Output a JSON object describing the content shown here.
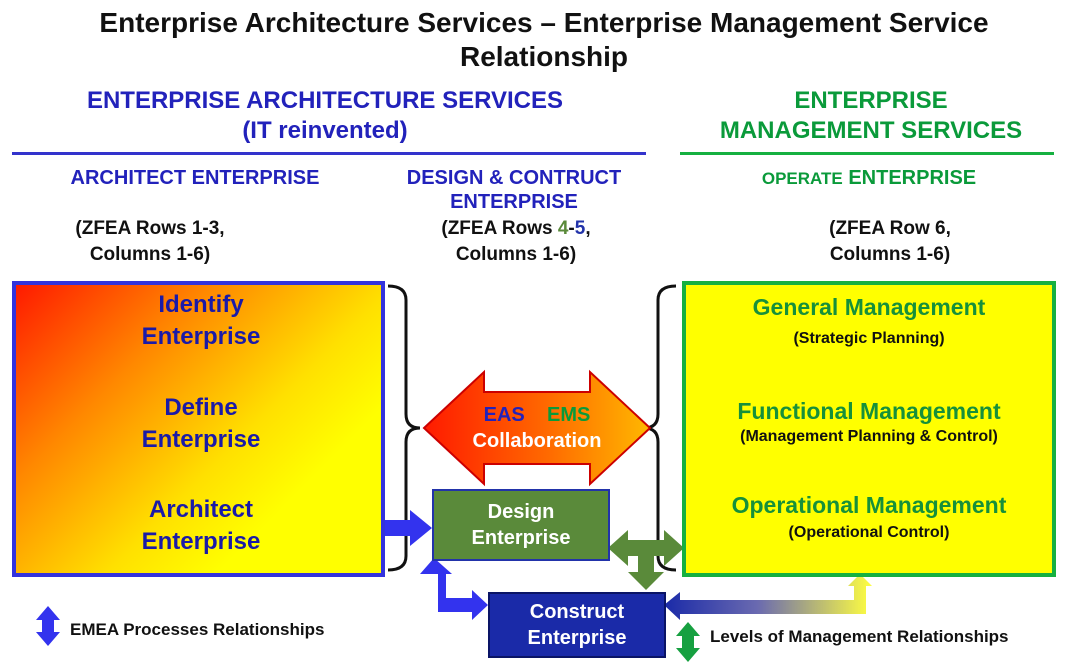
{
  "title": {
    "line1": "Enterprise Architecture Services – Enterprise Management Service",
    "line2": "Relationship"
  },
  "eas_header": {
    "line1": "ENTERPRISE ARCHITECTURE SERVICES",
    "line2": "(IT reinvented)"
  },
  "ems_header": {
    "line1": "ENTERPRISE",
    "line2": "MANAGEMENT SERVICES"
  },
  "columns": {
    "architect": {
      "label": "ARCHITECT ENTERPRISE",
      "zfea_line1": "(ZFEA Rows 1-3,",
      "zfea_line2": "Columns 1-6)"
    },
    "design": {
      "label_line1": "DESIGN & CONTRUCT",
      "label_line2": "ENTERPRISE",
      "zfea_prefix": "(ZFEA Rows ",
      "zfea_row_a": "4",
      "zfea_dash": "-",
      "zfea_row_b": "5",
      "zfea_suffix": ",",
      "zfea_line2": "Columns 1-6)"
    },
    "operate": {
      "label_a": "OPERATE",
      "label_b": "ENTERPRISE",
      "zfea_line1": "(ZFEA Row 6,",
      "zfea_line2": "Columns 1-6)"
    }
  },
  "left_box": {
    "identify": {
      "line1": "Identify",
      "line2": "Enterprise"
    },
    "define": {
      "line1": "Define",
      "line2": "Enterprise"
    },
    "architect": {
      "line1": "Architect",
      "line2": "Enterprise"
    }
  },
  "collaboration": {
    "eas": "EAS",
    "ems": "EMS",
    "label": "Collaboration"
  },
  "design_box": {
    "line1": "Design",
    "line2": "Enterprise"
  },
  "construct_box": {
    "line1": "Construct",
    "line2": "Enterprise"
  },
  "right_box": {
    "general": {
      "title": "General Management",
      "sub": "(Strategic Planning)"
    },
    "functional": {
      "title": "Functional Management",
      "sub": "(Management Planning & Control)"
    },
    "operational": {
      "title": "Operational Management",
      "sub": "(Operational Control)"
    }
  },
  "legend": {
    "emea": "EMEA Processes Relationships",
    "levels": "Levels of Management Relationships"
  },
  "colors": {
    "eas_blue": "#2222bb",
    "ems_green": "#0a9a3a",
    "design_green": "#5a8a3a",
    "construct_blue": "#1a2aa8",
    "arrow_blue": "#3333ee",
    "arrow_green": "#16a040",
    "yellow": "#ffff00",
    "red": "#ff1a00"
  }
}
